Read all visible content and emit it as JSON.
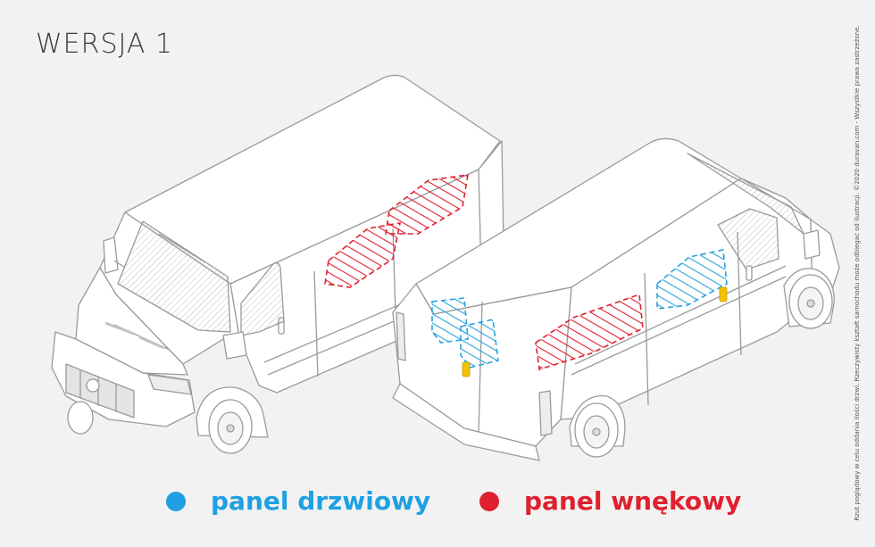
{
  "title": "WERSJA 1",
  "side_note": "Rzut poglądowy w celu oddania ilości drzwi. Rzeczywisty kształt samochodu może odbiegać od ilustracji. ©2020 duravan.com - Wszystkie prawa zastrzeżone.",
  "legend": [
    {
      "label": "panel drzwiowy",
      "color": "#1ea0e3"
    },
    {
      "label": "panel wnękowy",
      "color": "#e0202f"
    }
  ],
  "colors": {
    "background": "#f2f2f2",
    "van_fill": "#ffffff",
    "van_line": "#9a9a9a",
    "glass": "#cfcfcf",
    "door_panel": "#29a3e0",
    "wheel_panel": "#e0202f",
    "handle": "#f2c200"
  }
}
